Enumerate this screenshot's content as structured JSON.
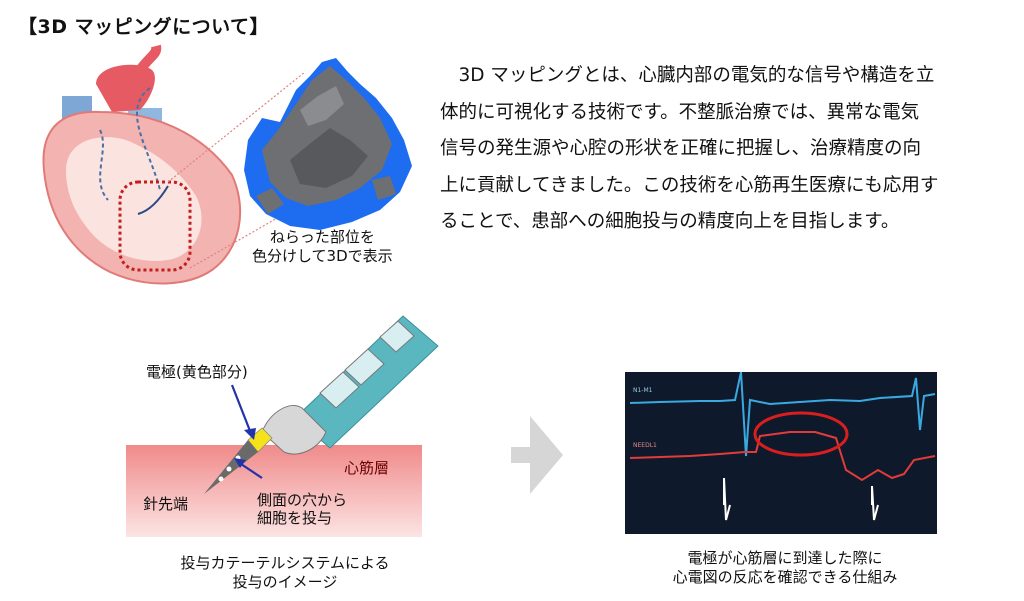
{
  "title": "【3D マッピングについて】",
  "description_lines": [
    "　3D マッピングとは、心臓内部の電気的な信号や構造を立",
    "体的に可視化する技術です。不整脈治療では、異常な電気",
    "信号の発生源や心腔の形状を正確に把握し、治療精度の向",
    "上に貢献してきました。この技術を心筋再生医療にも応用す",
    "ることで、患部への細胞投与の精度向上を目指します。"
  ],
  "mapping_caption": [
    "ねらった部位を",
    "色分けして3Dで表示"
  ],
  "catheter_labels": {
    "electrode": "電極(黄色部分)",
    "myocardium": "心筋層",
    "needle_tip": "針先端",
    "side_holes": [
      "側面の穴から",
      "細胞を投与"
    ]
  },
  "catheter_caption": [
    "投与カテーテルシステムによる",
    "投与のイメージ"
  ],
  "ecg_labels": {
    "top_trace": "N1-M1",
    "bottom_trace": "NEEDL1"
  },
  "ecg_caption": [
    "電極が心筋層に到達した際に",
    "心電図の反応を確認できる仕組み"
  ],
  "colors": {
    "myocardium_band": "#f5a3a3",
    "highlight_circle": "#d81e1e",
    "ecg_background": "#0e1a2b",
    "ecg_blue": "#3aa9e0",
    "ecg_red": "#e23b3b",
    "mapping_blue": "#1e6cf0",
    "catheter_teal": "#5ab7c0",
    "electrode_yellow": "#f5e21b",
    "arrow_gray": "#d6d6d6"
  }
}
